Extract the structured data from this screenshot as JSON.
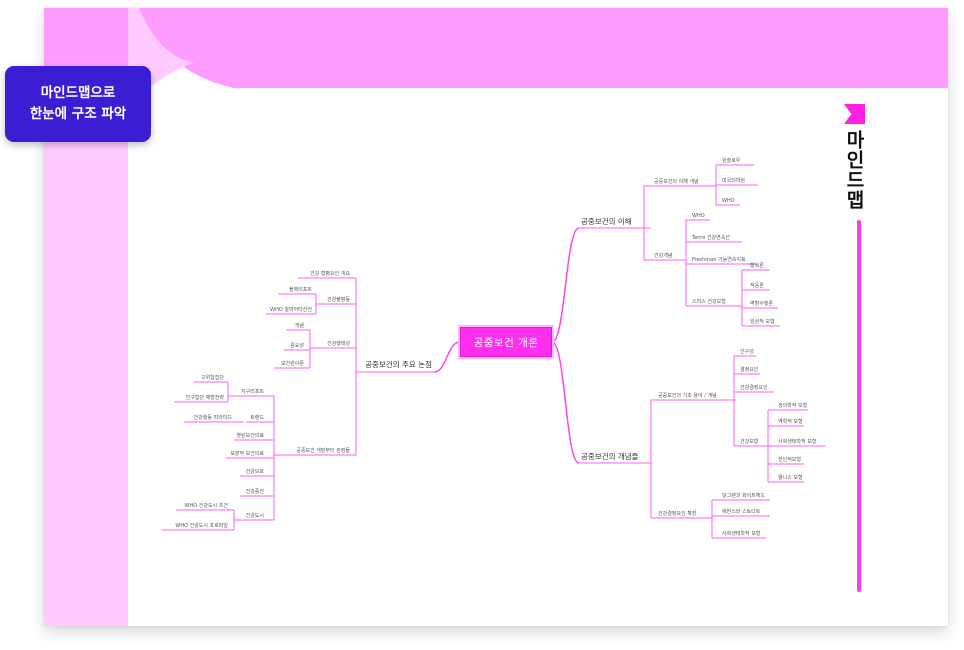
{
  "badge": {
    "text": "마인드맵으로\n한눈에 구조 파악"
  },
  "side_title": "마인드맵",
  "colors": {
    "accent": "#ff2ff0",
    "badge": "#3b1ed4",
    "pink_light": "#ffcbff",
    "pink_top": "#ff9cff"
  },
  "mindmap": {
    "center": "공중보건 개론",
    "right": [
      {
        "label": "공중보건의 이해",
        "children": [
          {
            "label": "공중보건의 이해 개념",
            "children": [
              {
                "label": "윈슬로우"
              },
              {
                "label": "미국의학원"
              },
              {
                "label": "WHO"
              }
            ]
          },
          {
            "label": "건강개념",
            "children": [
              {
                "label": "WHO"
              },
              {
                "label": "Terris 건강연속선"
              },
              {
                "label": "Freshman 기능연속지표"
              },
              {
                "label": "스미스 건강모형",
                "children": [
                  {
                    "label": "행복론"
                  },
                  {
                    "label": "적응론"
                  },
                  {
                    "label": "역할수행론"
                  },
                  {
                    "label": "임상적 모형"
                  }
                ]
              }
            ]
          }
        ]
      },
      {
        "label": "공중보건의 개념들",
        "children": [
          {
            "label": "공중보건의 기초 용어 / 개념",
            "children": [
              {
                "label": "인구성"
              },
              {
                "label": "결정요인"
              },
              {
                "label": "건강결정요인"
              },
              {
                "label": "건강모형",
                "children": [
                  {
                    "label": "생의학적 모형"
                  },
                  {
                    "label": "역학적 모형"
                  },
                  {
                    "label": "사회생태학적 모형"
                  },
                  {
                    "label": "전인적모형"
                  },
                  {
                    "label": "웰니스 모형"
                  }
                ]
              }
            ]
          },
          {
            "label": "건강결정요인 확장",
            "children": [
              {
                "label": "달그렌과 화이트헤드"
              },
              {
                "label": "에반스와 스토다트"
              },
              {
                "label": "사회생태학적 모형"
              }
            ]
          }
        ]
      }
    ],
    "left": [
      {
        "label": "공중보건의 주요 논점",
        "children": [
          {
            "label": "건강 형평요인 개요"
          },
          {
            "label": "건강불평등",
            "children": [
              {
                "label": "블랙리포트"
              },
              {
                "label": "WHO 알마아타선언"
              }
            ]
          },
          {
            "label": "건강행태성",
            "children": [
              {
                "label": "개념"
              },
              {
                "label": "중요성"
              },
              {
                "label": "모건원이론"
              }
            ]
          },
          {
            "label": "공중보건 개발부터 관점들",
            "children": [
              {
                "label": "지구리포트",
                "children": [
                  {
                    "label": "고위험집단"
                  },
                  {
                    "label": "인구집단 예방전략"
                  }
                ]
              },
              {
                "label": "트랜드",
                "children": [
                  {
                    "label": "건강행동 피라미드"
                  }
                ]
              },
              {
                "label": "열린보건의료"
              },
              {
                "label": "포괄적 보건의료"
              },
              {
                "label": "건강보호"
              },
              {
                "label": "건강증진"
              },
              {
                "label": "건강도시",
                "children": [
                  {
                    "label": "WHO 건강도시 조건"
                  },
                  {
                    "label": "WHO 건강도시 프로파일"
                  }
                ]
              }
            ]
          }
        ]
      }
    ]
  }
}
